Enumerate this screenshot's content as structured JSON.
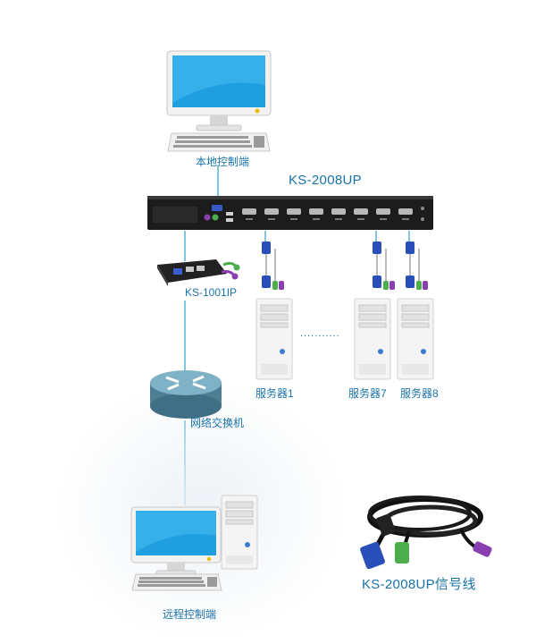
{
  "labels": {
    "local_console": "本地控制端",
    "kvm_switch": "KS-2008UP",
    "ip_module": "KS-1001IP",
    "dots": "...........",
    "server1": "服务器1",
    "server7": "服务器7",
    "server8": "服务器8",
    "network_switch": "网络交换机",
    "remote_console": "远程控制端",
    "cable": "KS-2008UP信号线"
  },
  "colors": {
    "line": "#2aa0c8",
    "label": "#1a73a8",
    "rack": "#1c1c1c",
    "vga_blue": "#2b4fb8",
    "ps2_purple": "#8a3fb0",
    "ps2_green": "#4cae4c"
  }
}
